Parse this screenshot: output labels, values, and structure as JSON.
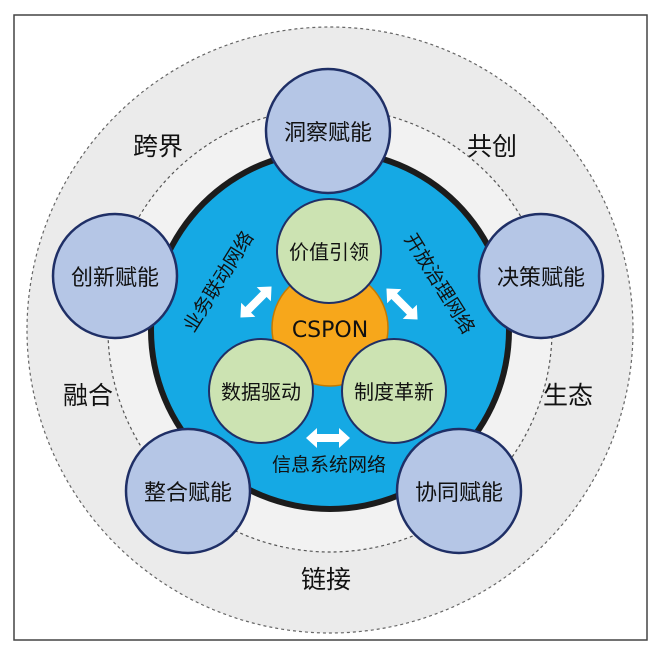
{
  "colors": {
    "frame": "#444444",
    "outer_ring_fill": "#ebebeb",
    "inner_ring_fill": "#f2f2f2",
    "core_blue": "#15a9e4",
    "node_fill": "#b5c6e6",
    "node_stroke": "#1f2f66",
    "inner_node_fill": "#cce3b2",
    "center_fill": "#f7a71b",
    "arrow_fill": "#ffffff",
    "text_dark": "#111111"
  },
  "center": {
    "label": "CSPON"
  },
  "inner_nodes": {
    "top": "价值引领",
    "bottom_left": "数据驱动",
    "bottom_right": "制度革新"
  },
  "network_labels": {
    "left": "业务联动网络",
    "right": "开放治理网络",
    "bottom": "信息系统网络"
  },
  "outer_nodes": {
    "top": "洞察赋能",
    "upper_left": "创新赋能",
    "upper_right": "决策赋能",
    "lower_left": "整合赋能",
    "lower_right": "协同赋能"
  },
  "ring_words": {
    "top_left": "跨界",
    "top_right": "共创",
    "left": "融合",
    "right": "生态",
    "bottom": "链接"
  }
}
